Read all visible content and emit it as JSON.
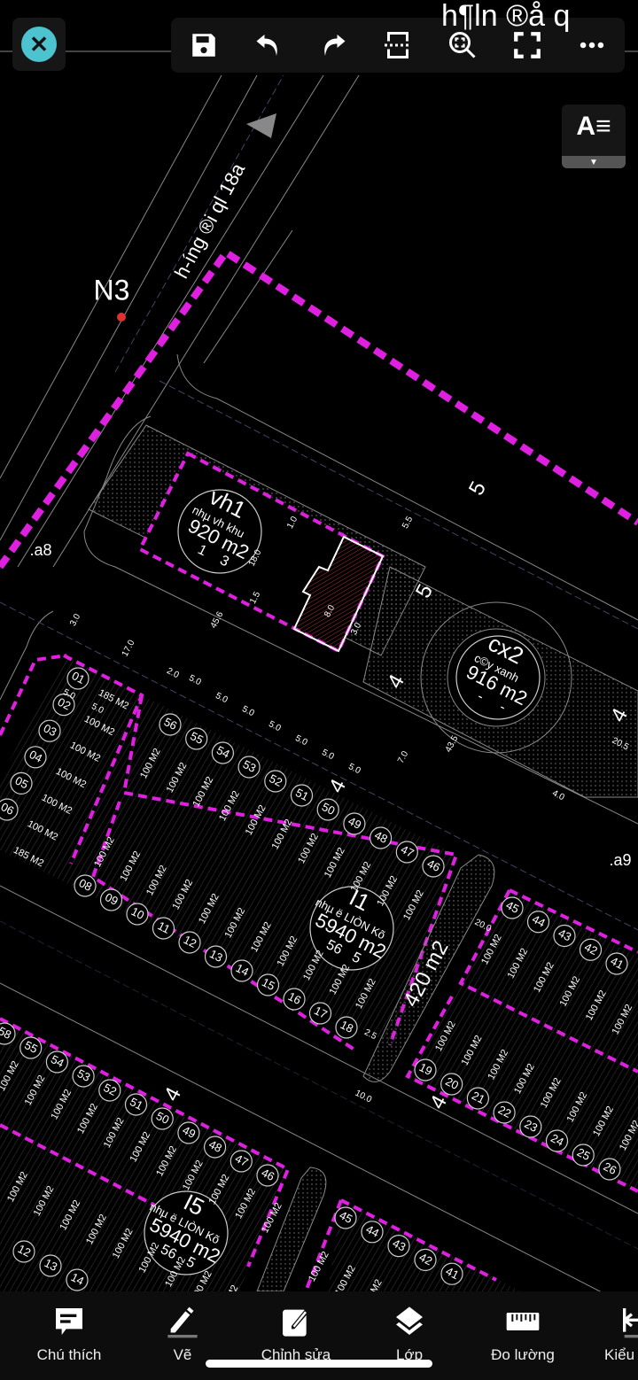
{
  "header": {
    "overlay_text": "h¶ln ®å q",
    "close_icon": "close-icon",
    "toolbar": [
      "save-icon",
      "undo-icon",
      "redo-icon",
      "split-view-icon",
      "zoom-extents-icon",
      "fullscreen-icon",
      "more-icon"
    ],
    "text_style_label": "A≡"
  },
  "colors": {
    "accent": "#4cc3cf",
    "boundary": "#e020e0",
    "lines": "#9a9a9a",
    "background": "#000000"
  },
  "drawing": {
    "road_label": "h-íng ®i ql 18a",
    "point_label": "N3",
    "side_label_a8": ".a8",
    "side_label_a9": ".a9",
    "vh1": {
      "code": "vh1",
      "name": "nhµ vh khu",
      "area": "920 m2",
      "a": "1",
      "b": "3"
    },
    "cx2": {
      "code": "cx2",
      "name": "c©y xanh",
      "area": "916 m2",
      "a": "-",
      "b": "-"
    },
    "i1": {
      "code": "I1",
      "name": "nhµ ë LIÒN Kõ",
      "area": "5940 m2",
      "a": "56",
      "b": "5"
    },
    "i5": {
      "code": "I5",
      "name": "nhµ ë LIÒN Kõ",
      "area": "5940 m2",
      "a": "56",
      "b": "5"
    },
    "strip_area": "420 m2",
    "big_numbers": [
      "5",
      "5",
      "4",
      "4",
      "4",
      "4",
      "4"
    ],
    "i1_top_lots": [
      "56",
      "55",
      "54",
      "53",
      "52",
      "51",
      "50",
      "49",
      "48",
      "47",
      "46"
    ],
    "i1_bottom_lots": [
      "08",
      "09",
      "10",
      "11",
      "12",
      "13",
      "14",
      "15",
      "16",
      "17",
      "18"
    ],
    "i1_left_lots": [
      "01",
      "02",
      "03",
      "04",
      "05",
      "06"
    ],
    "i1_left_areas": [
      "185 M2",
      "100 M2",
      "100 M2",
      "100 M2",
      "100 M2",
      "100 M2",
      "185 M2"
    ],
    "lot_area": "100 M2",
    "right_top_lots": [
      "45",
      "44",
      "43",
      "42",
      "41"
    ],
    "right_bottom_lots": [
      "19",
      "20",
      "21",
      "22",
      "23",
      "24",
      "25",
      "26"
    ],
    "i5_top_lots": [
      "58",
      "55",
      "54",
      "53",
      "52",
      "51",
      "50",
      "49",
      "48",
      "47",
      "46"
    ],
    "i5_bottom_lots": [
      "12",
      "13",
      "14"
    ],
    "i5_right_lots": [
      "45",
      "44",
      "43",
      "42",
      "41"
    ],
    "dims": [
      "5.0",
      "5.0",
      "5.0",
      "5.0",
      "5.0",
      "5.0",
      "5.0",
      "5.0",
      "5.0",
      "2.0",
      "3.0",
      "17.0",
      "45.6",
      "18.0",
      "1.0",
      "1.5",
      "8.0",
      "3.0",
      "5.5",
      "43.5",
      "7.0",
      "10.0",
      "20.5",
      "4.0",
      "2.5",
      "20.0"
    ]
  },
  "bottom_nav": [
    {
      "label": "Chú thích",
      "icon": "comment-icon"
    },
    {
      "label": "Vẽ",
      "icon": "pencil-icon"
    },
    {
      "label": "Chỉnh sửa",
      "icon": "edit-icon"
    },
    {
      "label": "Lớp",
      "icon": "layers-icon"
    },
    {
      "label": "Đo lường",
      "icon": "ruler-icon"
    },
    {
      "label": "Kiểu",
      "icon": "dimension-style-icon"
    }
  ]
}
